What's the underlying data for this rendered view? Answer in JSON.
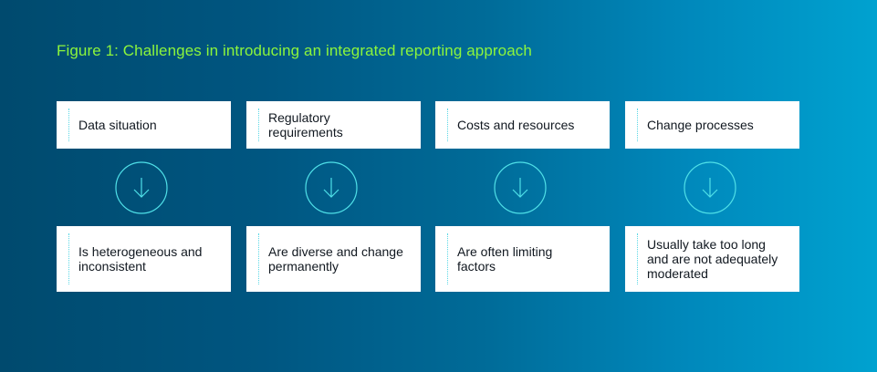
{
  "figure": {
    "title": "Figure 1: Challenges in introducing an integrated reporting approach",
    "colors": {
      "title": "#8cf53c",
      "background_left": "#004a6e",
      "background_right": "#00a2d0",
      "arrow": "#4fe0e8",
      "box": "#ffffff",
      "text": "#111820"
    }
  },
  "columns": [
    {
      "challenge": "Data situation",
      "arrow_icon": "arrow-down-circle-icon",
      "description": "Is heterogeneous and inconsistent"
    },
    {
      "challenge": "Regulatory requirements",
      "arrow_icon": "arrow-down-circle-icon",
      "description": "Are diverse and change permanently"
    },
    {
      "challenge": "Costs and resources",
      "arrow_icon": "arrow-down-circle-icon",
      "description": "Are often limiting factors"
    },
    {
      "challenge": "Change processes",
      "arrow_icon": "arrow-down-circle-icon",
      "description": "Usually take too long and are not adequately moderated"
    }
  ]
}
